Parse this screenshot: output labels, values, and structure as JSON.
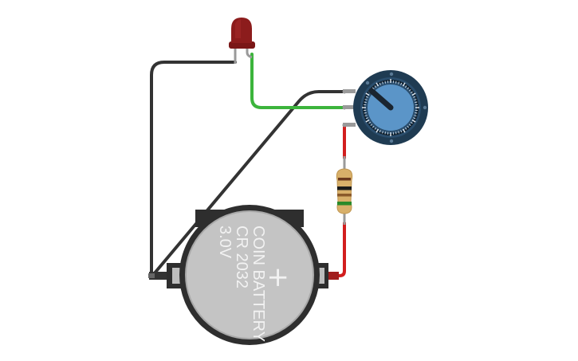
{
  "battery": {
    "line1": "COIN BATTERY",
    "line2": "CR 2032",
    "line3": "3.0V",
    "plus_symbol": "+"
  },
  "colors": {
    "wire_black": "#333333",
    "wire_green": "#3cb43c",
    "wire_red": "#d21e1e",
    "led_body": "#8c1c1c",
    "pot_body": "#1f3b52",
    "pot_knob": "#5b95c8",
    "resistor_body": "#d8b06a"
  },
  "components": {
    "led": {
      "name": "led-red",
      "color": "red"
    },
    "potentiometer": {
      "name": "potentiometer"
    },
    "resistor": {
      "bands": [
        "brown",
        "black",
        "green"
      ]
    }
  }
}
